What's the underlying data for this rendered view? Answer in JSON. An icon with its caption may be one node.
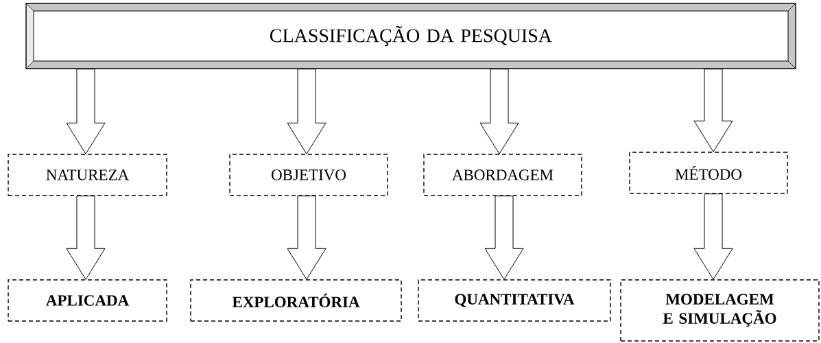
{
  "diagram": {
    "nodes": [
      {
        "text": [
          "CLASSIFICAÇÃO DA PESQUISA"
        ]
      },
      {
        "text": [
          "NATUREZA"
        ]
      },
      {
        "text": [
          "OBJETIVO"
        ]
      },
      {
        "text": [
          "ABORDAGEM"
        ]
      },
      {
        "text": [
          "MÉTODO"
        ]
      },
      {
        "text": [
          "APLICADA"
        ]
      },
      {
        "text": [
          "EXPLORATÓRIA"
        ]
      },
      {
        "text": [
          "QUANTITATIVA"
        ]
      },
      {
        "text": [
          "MODELAGEM E SIMULAÇÃO"
        ]
      }
    ],
    "edges": [
      {
        "from": 0,
        "to": 1,
        "arrow": "to"
      },
      {
        "from": 0,
        "to": 2,
        "arrow": "to"
      },
      {
        "from": 0,
        "to": 3,
        "arrow": "to"
      },
      {
        "from": 0,
        "to": 4,
        "arrow": "to"
      },
      {
        "from": 1,
        "to": 5,
        "arrow": "to"
      },
      {
        "from": 2,
        "to": 6,
        "arrow": "to"
      },
      {
        "from": 3,
        "to": 7,
        "arrow": "to"
      },
      {
        "from": 4,
        "to": 8,
        "arrow": "to"
      }
    ]
  }
}
